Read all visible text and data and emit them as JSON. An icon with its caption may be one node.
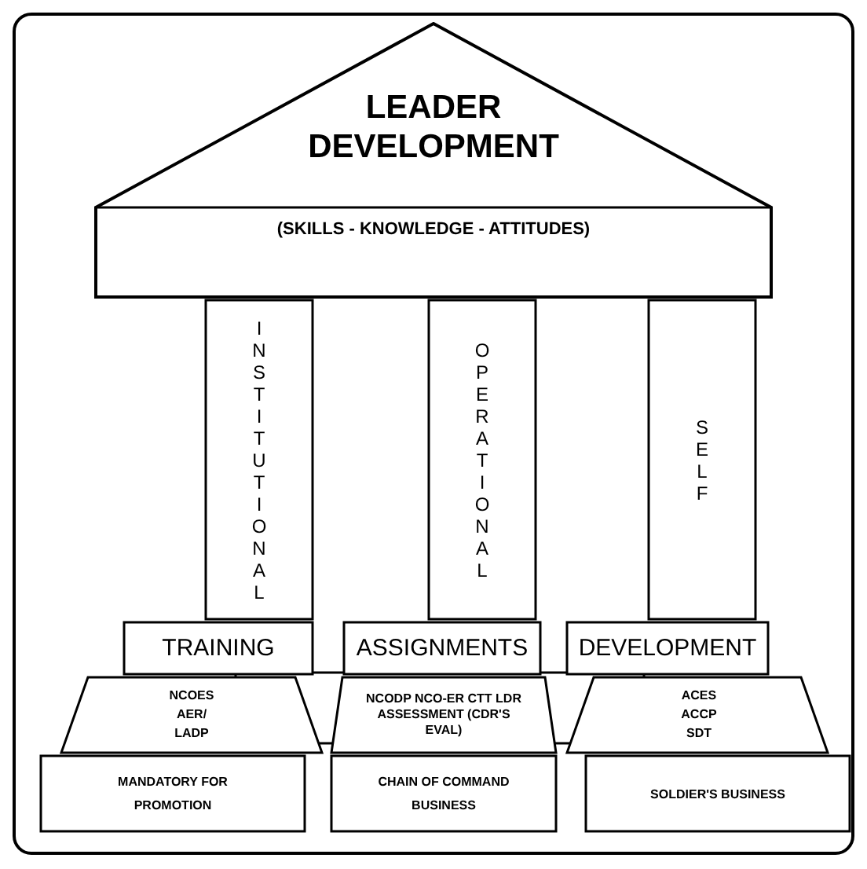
{
  "diagram": {
    "nodes": [
      {
        "text": [
          "LEADER DEVELOPMENT",
          "(SKILLS - KNOWLEDGE - ATTITUDES)"
        ]
      },
      {
        "text": [
          "INSTITUTIONAL"
        ]
      },
      {
        "text": [
          "OPERATIONAL"
        ]
      },
      {
        "text": [
          "SELF"
        ]
      },
      {
        "text": [
          "TRAINING"
        ]
      },
      {
        "text": [
          "ASSIGNMENTS"
        ]
      },
      {
        "text": [
          "DEVELOPMENT"
        ]
      },
      {
        "text": [
          "NCOES",
          "AER/",
          "LADP"
        ]
      },
      {
        "text": [
          "MANDATORY FOR PROMOTION"
        ]
      },
      {
        "text": [
          "NCODP NCO-ER CTT LDR ASSESSMENT (CDR'S EVAL)"
        ]
      },
      {
        "text": [
          "CHAIN OF COMMAND BUSINESS"
        ]
      },
      {
        "text": [
          "ACES",
          "ACCP",
          "SDT"
        ]
      },
      {
        "text": [
          "SOLDIER'S BUSINESS"
        ]
      }
    ],
    "edges": []
  }
}
